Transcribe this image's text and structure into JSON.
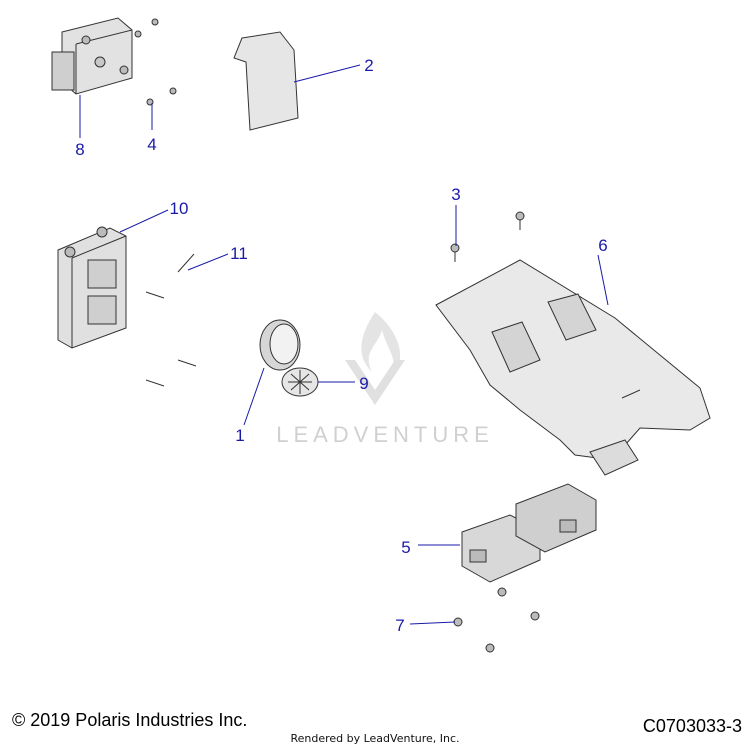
{
  "callouts": {
    "c1": "1",
    "c2": "2",
    "c3": "3",
    "c4": "4",
    "c5": "5",
    "c6": "6",
    "c7": "7",
    "c8": "8",
    "c9": "9",
    "c10": "10",
    "c11": "11"
  },
  "watermark": {
    "text": "LEADVENTURE"
  },
  "footer": {
    "copyright": "© 2019 Polaris Industries Inc.",
    "rendered_by": "Rendered by LeadVenture, Inc.",
    "diagram_code": "C0703033-3"
  },
  "colors": {
    "callout": "#1a1aa8",
    "part_fill": "#d8d8d8",
    "part_stroke": "#333333",
    "watermark": "#d0d0d0"
  }
}
